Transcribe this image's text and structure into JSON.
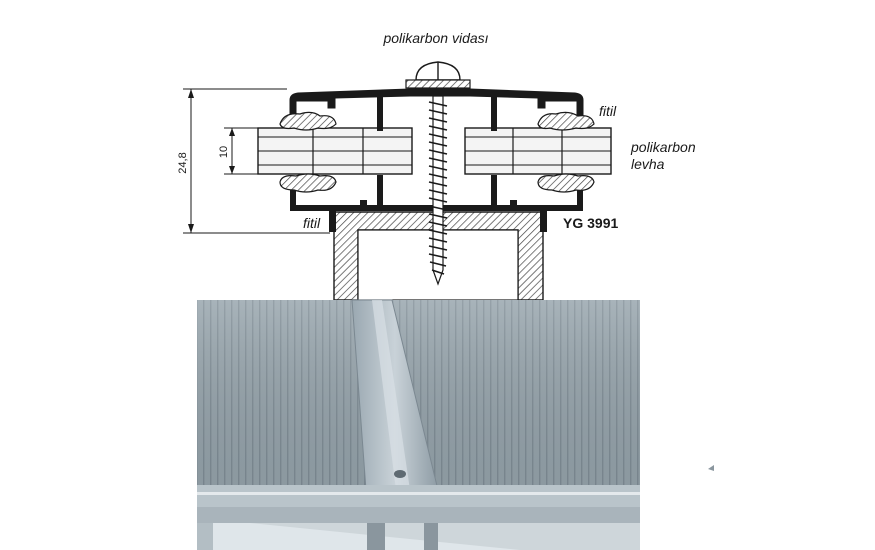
{
  "labels": {
    "screw": "polikarbon vidası",
    "wick_top": "fitil",
    "wick_bottom": "fitil",
    "sheet_line1": "polikarbon",
    "sheet_line2": "levha",
    "profile_code": "YG 3991"
  },
  "dimensions": {
    "overall_height": "24,8",
    "sheet_thickness": "10"
  },
  "colors": {
    "line": "#1a1a1a",
    "hatch": "#555555",
    "sheet_fill": "#f4f4f4",
    "roof": "#8c9aa3",
    "sky": "#ffffff"
  }
}
